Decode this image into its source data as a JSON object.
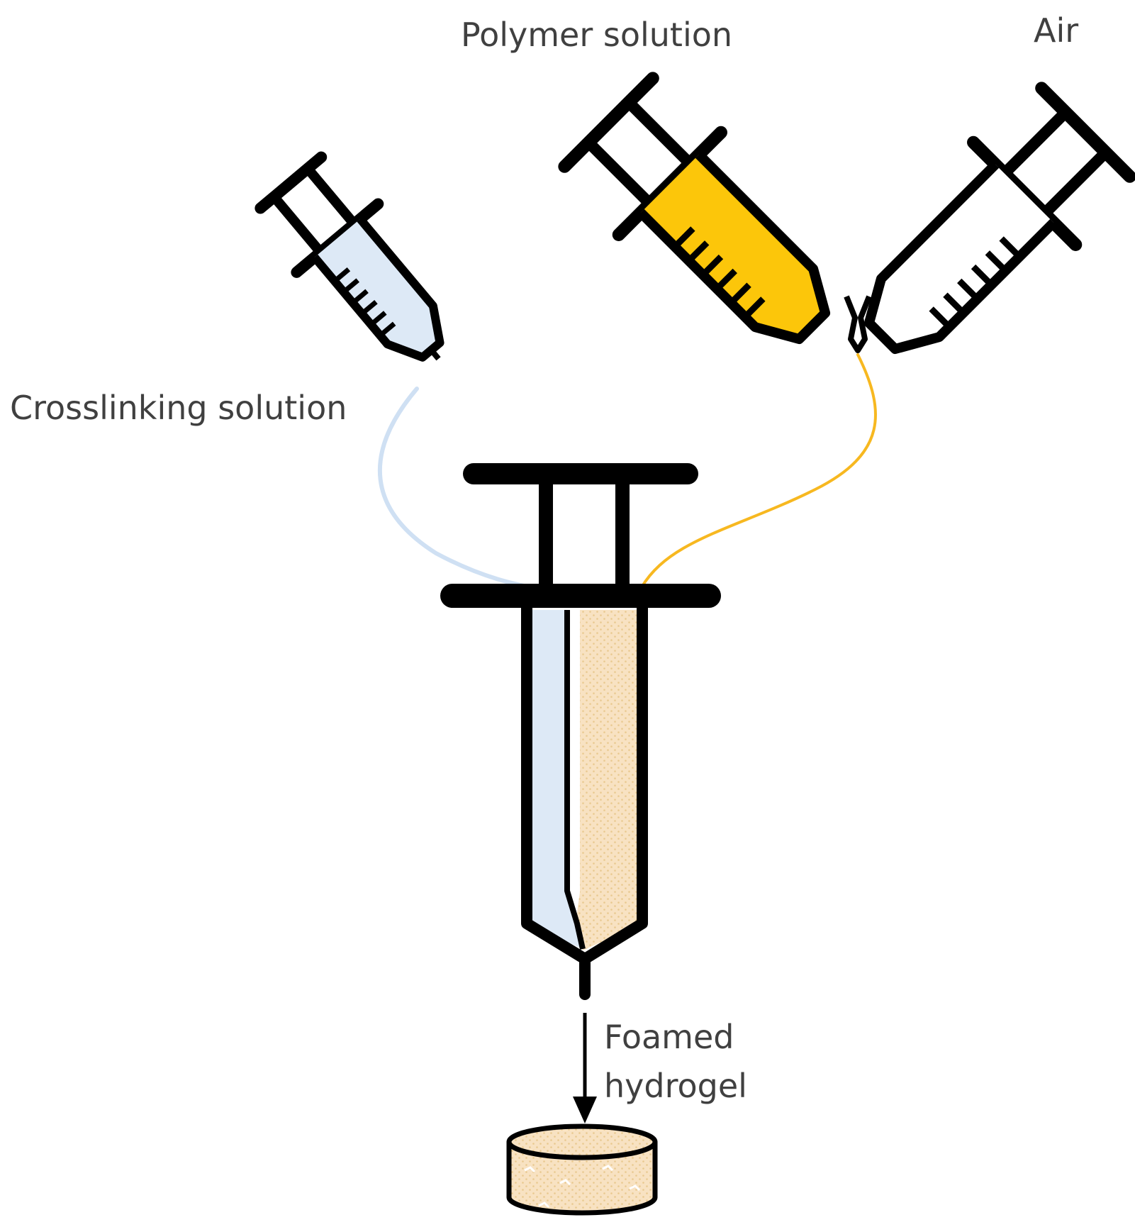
{
  "labels": {
    "polymer_solution": "Polymer solution",
    "air": "Air",
    "crosslinking_solution": "Crosslinking solution",
    "foamed": "Foamed",
    "hydrogel": "hydrogel"
  },
  "colors": {
    "outline": "#000000",
    "text": "#404040",
    "crosslinker_fill": "#dde9f6",
    "crosslinker_tube": "#cfe0f3",
    "polymer_fill": "#fcc60a",
    "polymer_tube": "#f7b820",
    "foam_fill": "#f8e2c2",
    "foam_speckle": "#e9c98f"
  }
}
